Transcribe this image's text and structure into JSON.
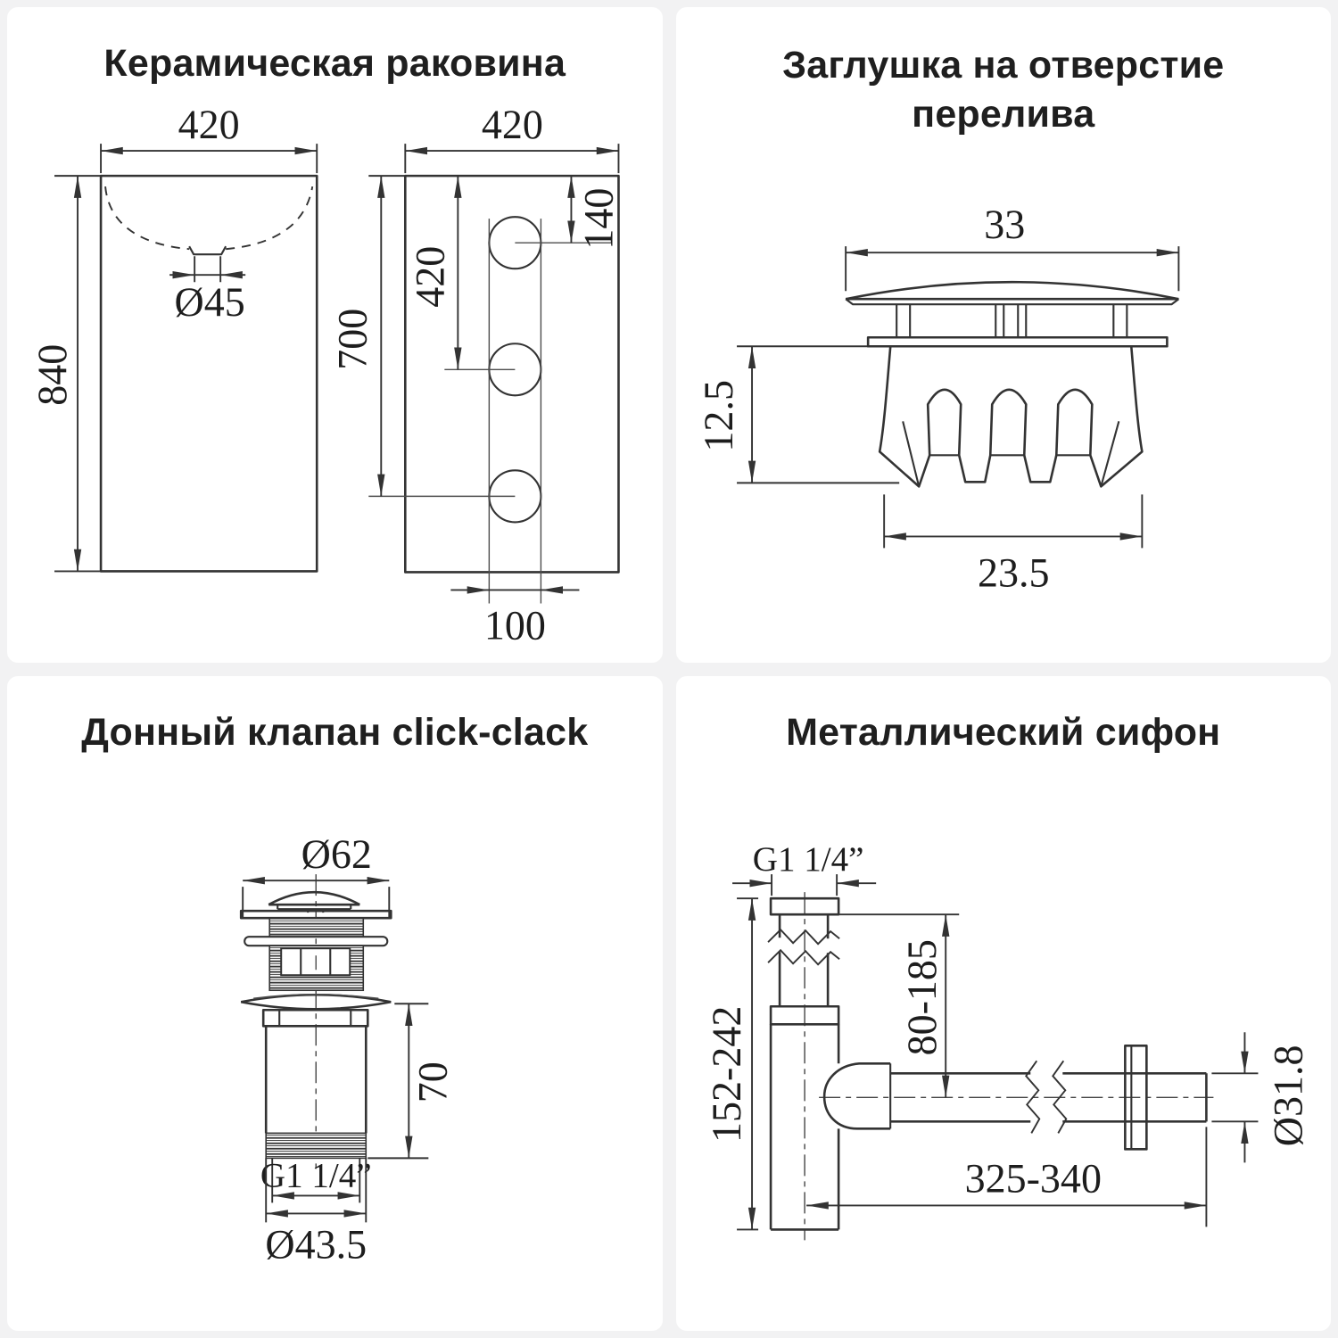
{
  "colors": {
    "background": "#f2f2f3",
    "panel": "#ffffff",
    "line": "#333333",
    "title_text": "#1f1f1f",
    "dimension_text": "#1d1d1d"
  },
  "panels": {
    "sink": {
      "title": "Керамическая раковина",
      "front": {
        "width": "420",
        "height": "840",
        "drain": "Ø45"
      },
      "side": {
        "width": "420",
        "h700": "700",
        "h420": "420",
        "h140": "140",
        "spacing": "100"
      }
    },
    "plug": {
      "title_line1": "Заглушка на отверстие",
      "title_line2": "перелива",
      "cap_width": "33",
      "insert_height": "12.5",
      "clip_width": "23.5"
    },
    "valve": {
      "title": "Донный клапан click-clack",
      "cap_diameter": "Ø62",
      "tail_height": "70",
      "thread": "G1 1/4”",
      "thread_diameter": "Ø43.5"
    },
    "siphon": {
      "title": "Металлический сифон",
      "thread": "G1 1/4”",
      "height_range": "152-242",
      "inlet_range": "80-185",
      "pipe_diameter": "Ø31.8",
      "length_range": "325-340"
    }
  }
}
